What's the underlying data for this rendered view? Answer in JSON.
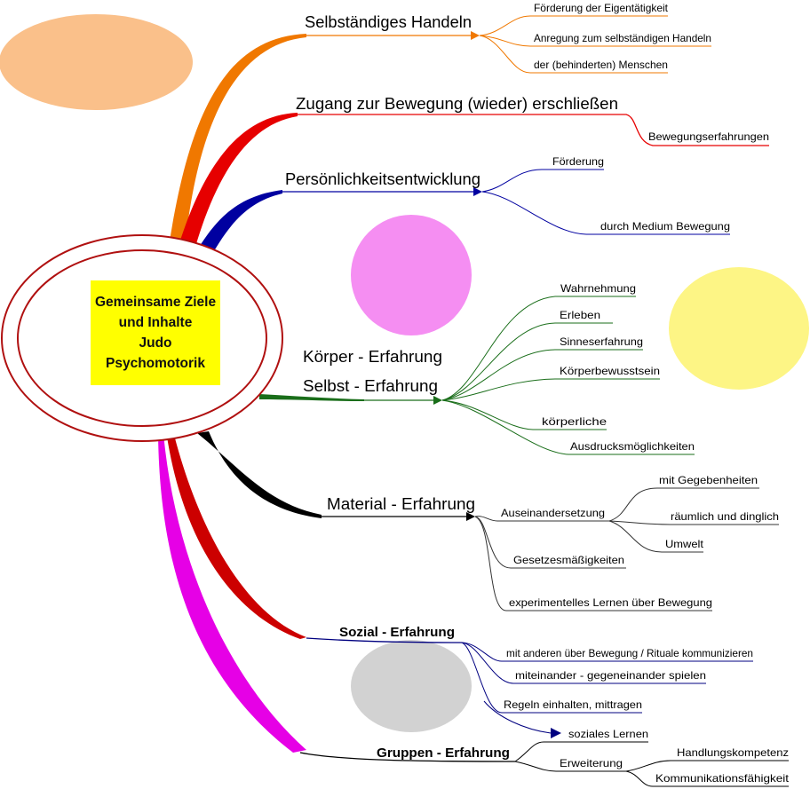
{
  "center": {
    "lines": [
      "Gemeinsame Ziele",
      "und Inhalte",
      "Judo",
      "Psychomotorik"
    ]
  },
  "colors": {
    "orange": "#f07800",
    "red": "#e60000",
    "blue": "#0000a0",
    "green": "#1a6e1a",
    "black": "#000000",
    "magenta": "#e600e6",
    "darkred": "#cc0000",
    "navy": "#000080",
    "center_fill": "#ffff00",
    "ring": "#b01010",
    "blob_orange": "#fac08a",
    "blob_pink": "#f58ef2",
    "blob_yellow": "#fdf585",
    "blob_gray": "#d2d2d2"
  },
  "branches": {
    "selbst_handeln": {
      "title": "Selbständiges Handeln",
      "leaves": [
        "Förderung der Eigentätigkeit",
        "Anregung zum selbständigen Handeln",
        "der (behinderten) Menschen"
      ]
    },
    "zugang": {
      "title": "Zugang zur Bewegung (wieder) erschließen",
      "leaves": [
        "Bewegungserfahrungen"
      ]
    },
    "persoenlichkeit": {
      "title": "Persönlichkeitsentwicklung",
      "leaves": [
        "Förderung",
        "durch Medium Bewegung"
      ]
    },
    "koerper": {
      "title_line1": "Körper - Erfahrung",
      "title_line2": "Selbst - Erfahrung",
      "leaves": [
        "Wahrnehmung",
        "Erleben",
        "Sinneserfahrung",
        "Körperbewusstsein",
        "körperliche",
        "Ausdrucksmöglichkeiten"
      ]
    },
    "material": {
      "title": "Material - Erfahrung",
      "auseinandersetzung": "Auseinandersetzung",
      "sub_leaves": [
        "mit Gegebenheiten",
        "räumlich und dinglich",
        "Umwelt"
      ],
      "leaves": [
        "Gesetzesmäßigkeiten",
        "experimentelles Lernen über Bewegung"
      ]
    },
    "sozial": {
      "title": "Sozial - Erfahrung",
      "leaves": [
        "mit anderen über Bewegung / Rituale kommunizieren",
        "miteinander - gegeneinander spielen",
        "Regeln einhalten, mittragen"
      ],
      "soziales_lernen": "soziales Lernen"
    },
    "gruppen": {
      "title": "Gruppen - Erfahrung",
      "erweiterung": "Erweiterung",
      "sub_leaves": [
        "Handlungskompetenz",
        "Kommunikationsfähigkeit"
      ]
    }
  }
}
